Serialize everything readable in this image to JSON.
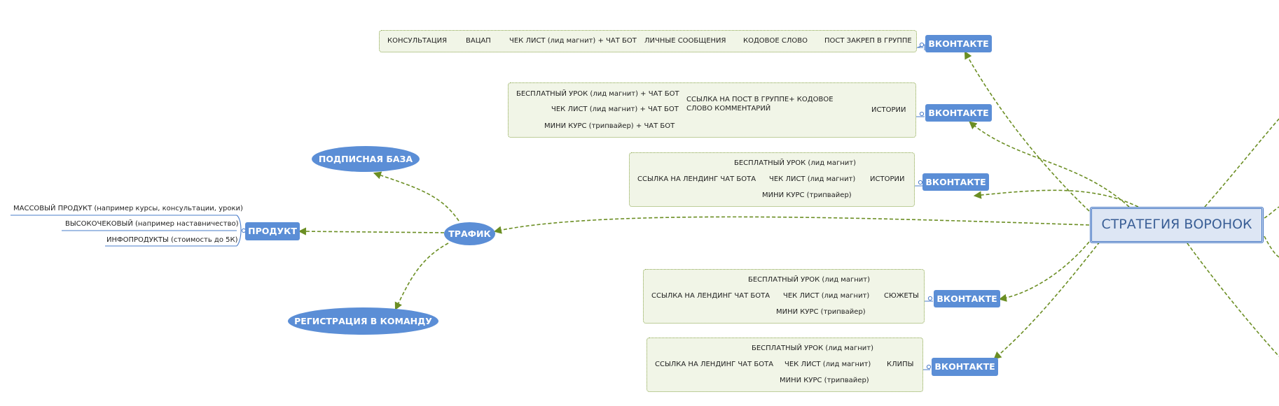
{
  "central": "СТРАТЕГИЯ ВОРОНОК",
  "vk_label": "ВКОНТАКТЕ",
  "traffic": {
    "label": "ТРАФИК",
    "subscription": "ПОДПИСНАЯ БАЗА",
    "registration": "РЕГИСТРАЦИЯ В КОМАНДУ",
    "product": "ПРОДУКТ",
    "product_items": [
      "МАССОВЫЙ ПРОДУКТ (например курсы, консультации, уроки)",
      "ВЫСОКОЧЕКОВЫЙ (например наставничество)",
      "ИНФОПРОДУКТЫ (стоимость до 5К)"
    ]
  },
  "vk1": {
    "items": [
      "КОНСУЛЬТАЦИЯ",
      "ВАЦАП",
      "ЧЕК ЛИСТ (лид магнит) + ЧАТ БОТ",
      "ЛИЧНЫЕ СООБЩЕНИЯ",
      "КОДОВОЕ СЛОВО",
      "ПОСТ ЗАКРЕП В ГРУППЕ"
    ]
  },
  "vk2": {
    "format": "ИСТОРИИ",
    "link": "ССЫЛКА НА ПОСТ В ГРУППЕ+ КОДОВОЕ СЛОВО КОММЕНТАРИЙ",
    "options": [
      "БЕСПЛАТНЫЙ УРОК (лид магнит) + ЧАТ БОТ",
      "ЧЕК ЛИСТ (лид магнит) + ЧАТ БОТ",
      "МИНИ КУРС (трипвайер) + ЧАТ БОТ"
    ]
  },
  "vk3": {
    "format": "ИСТОРИИ",
    "link": "ССЫЛКА НА ЛЕНДИНГ ЧАТ БОТА",
    "options": [
      "БЕСПЛАТНЫЙ УРОК (лид магнит)",
      "ЧЕК ЛИСТ (лид магнит)",
      "МИНИ КУРС (трипвайер)"
    ]
  },
  "vk4": {
    "format": "СЮЖЕТЫ",
    "link": "ССЫЛКА НА ЛЕНДИНГ ЧАТ БОТА",
    "options": [
      "БЕСПЛАТНЫЙ УРОК (лид магнит)",
      "ЧЕК ЛИСТ (лид магнит)",
      "МИНИ КУРС (трипвайер)"
    ]
  },
  "vk5": {
    "format": "КЛИПЫ",
    "link": "ССЫЛКА НА ЛЕНДИНГ ЧАТ БОТА",
    "options": [
      "БЕСПЛАТНЫЙ УРОК (лид магнит)",
      "ЧЕК ЛИСТ (лид магнит)",
      "МИНИ КУРС (трипвайер)"
    ]
  },
  "colors": {
    "accent": "#5b8ed6",
    "connector": "#6b8e23",
    "line": "#4a7cc9",
    "group_fill": "#f1f5e7"
  }
}
